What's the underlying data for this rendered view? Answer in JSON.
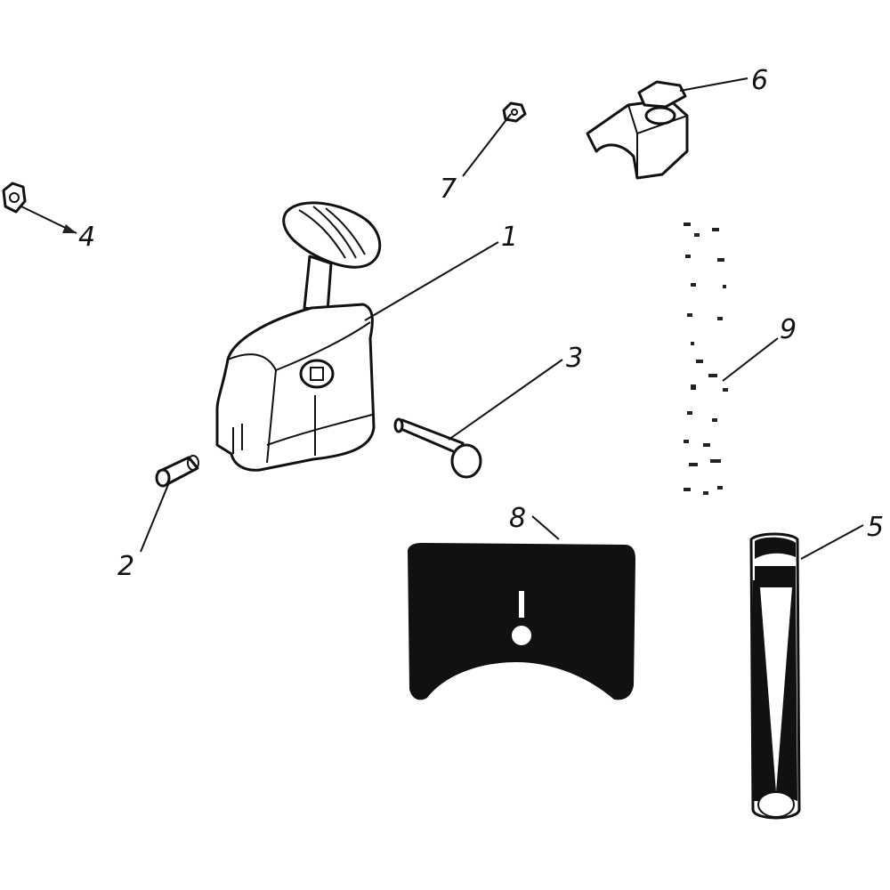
{
  "colors": {
    "ink": "#111111",
    "paper": "#ffffff",
    "shade": "#dcdcdc"
  },
  "callouts": {
    "c1": "1",
    "c2": "2",
    "c3": "3",
    "c4": "4",
    "c5": "5",
    "c6": "6",
    "c7": "7",
    "c8": "8",
    "c9": "9"
  }
}
